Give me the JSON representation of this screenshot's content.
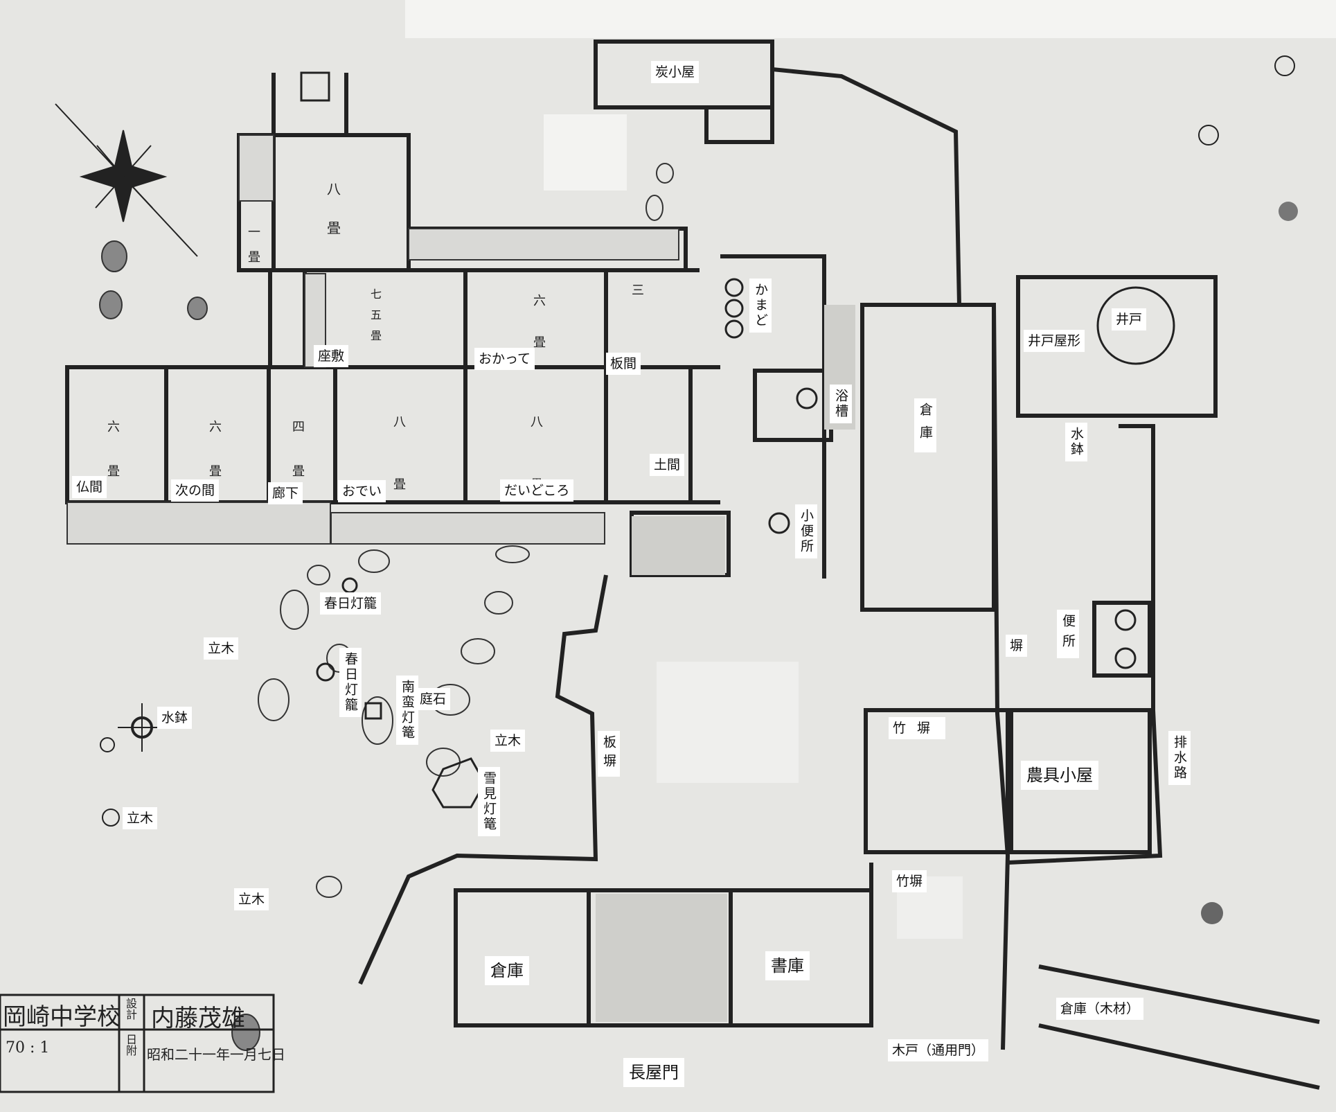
{
  "labels": {
    "sumikoya": "炭小屋",
    "kamado": "かまど",
    "ido": "井戸",
    "ido_yakata": "井戸屋形",
    "zashiki": "座敷",
    "okatte": "おかって",
    "itama": "板間",
    "yokuso": "浴槽",
    "soko_main": "倉庫",
    "mizubachi_right": "水鉢",
    "doma": "土間",
    "butsuma": "仏間",
    "tsugi_no_ma": "次の間",
    "roka": "廊下",
    "odei": "おでい",
    "daidokoro": "だいどころ",
    "shobenjo": "小便所",
    "kasuga_toro_1": "春日灯籠",
    "tachiki_1": "立木",
    "kasuga_toro_2": "春日灯籠",
    "nanban_toro": "南蛮灯篭",
    "niwaishi": "庭石",
    "benjo": "便所",
    "hei": "塀",
    "mizubachi_left": "水鉢",
    "tachiki_2": "立木",
    "itabei": "板塀",
    "takebei_1": "竹塀",
    "nogu_goya": "農具小屋",
    "haisuiro": "排水路",
    "yukimi_toro": "雪見灯篭",
    "tachiki_3": "立木",
    "tachiki_4": "立木",
    "takebei_2": "竹塀",
    "soko_bottom": "倉庫",
    "shoko": "書庫",
    "soko_mokuzai": "倉庫（木材）",
    "kido": "木戸（通用門）",
    "nagayamon": "長屋門"
  },
  "rooms": {
    "hachijo_top": "八\n畳",
    "ichijo": "一\n畳",
    "shichigojo": "七\n五\n畳",
    "rokujo_top": "六\n畳",
    "sanjo": "三",
    "rokujo_a": "六\n畳",
    "rokujo_b": "六\n畳",
    "yojo": "四\n畳",
    "hachijo_mid": "八\n畳",
    "hachijo_right": "八\n畳"
  },
  "title_block": {
    "school": "岡崎中学校",
    "role_label": "設計",
    "designer": "内藤茂雄",
    "number": "70 : 1",
    "date_label": "日附",
    "date": "昭和二十一年一月七日"
  },
  "colors": {
    "paper": "#e9e9e7",
    "ink": "#222222",
    "label_bg": "#ffffff"
  },
  "icons": {
    "compass": "north-compass-icon"
  }
}
